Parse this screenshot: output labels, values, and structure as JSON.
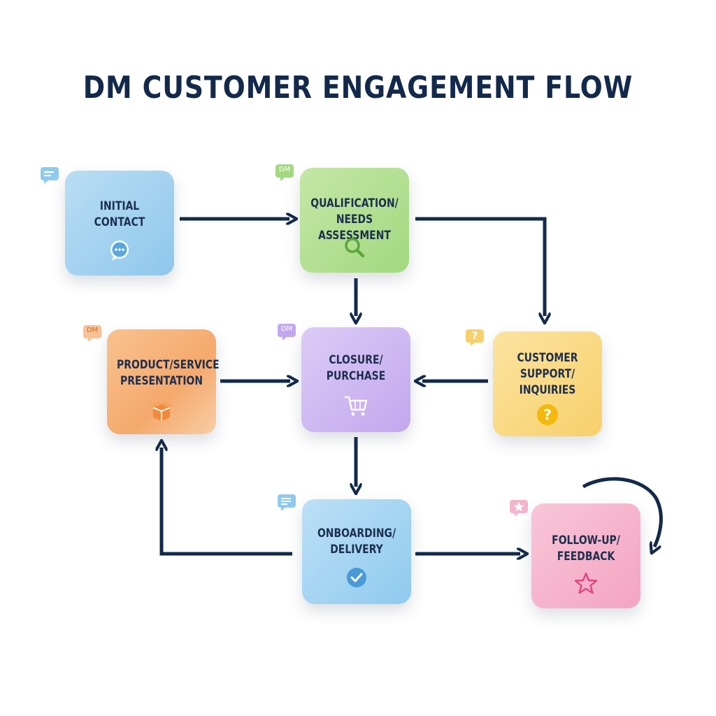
{
  "title": "DM CUSTOMER ENGAGEMENT FLOW",
  "colors": {
    "arrow": "#13294b",
    "initial_contact": "#a9d6f1",
    "qualification": "#b3df90",
    "presentation": "#f6b07a",
    "closure": "#cdb6f2",
    "support": "#f9d77f",
    "onboarding": "#a6d5f2",
    "followup": "#f5b3cc"
  },
  "nodes": {
    "initial_contact": {
      "line1": "INITIAL",
      "line2": "CONTACT",
      "icon": "chat-bubble-icon",
      "badge": "message-lines-icon"
    },
    "qualification": {
      "line1": "QUALIFICATION/",
      "line2": "NEEDS ASSESSMENT",
      "icon": "magnifier-icon",
      "badge": "DM"
    },
    "presentation": {
      "line1": "PRODUCT/SERVICE",
      "line2": "PRESENTATION",
      "icon": "box-icon",
      "badge": "DM"
    },
    "closure": {
      "line1": "CLOSURE/",
      "line2": "PURCHASE",
      "icon": "shopping-cart-icon",
      "badge": "DM"
    },
    "support": {
      "line1": "CUSTOMER",
      "line2": "SUPPORT/",
      "line3": "INQUIRIES",
      "icon": "question-icon",
      "badge": "?"
    },
    "onboarding": {
      "line1": "ONBOARDING/",
      "line2": "DELIVERY",
      "icon": "checkmark-icon",
      "badge": "message-lines-icon"
    },
    "followup": {
      "line1": "FOLLOW-UP/",
      "line2": "FEEDBACK",
      "icon": "star-icon",
      "badge": "star-icon"
    }
  },
  "edges": [
    {
      "from": "initial_contact",
      "to": "qualification"
    },
    {
      "from": "qualification",
      "to": "closure"
    },
    {
      "from": "qualification",
      "to": "support"
    },
    {
      "from": "presentation",
      "to": "closure"
    },
    {
      "from": "support",
      "to": "closure"
    },
    {
      "from": "closure",
      "to": "onboarding"
    },
    {
      "from": "onboarding",
      "to": "presentation"
    },
    {
      "from": "onboarding",
      "to": "followup"
    },
    {
      "from": "followup",
      "to": "followup"
    }
  ]
}
